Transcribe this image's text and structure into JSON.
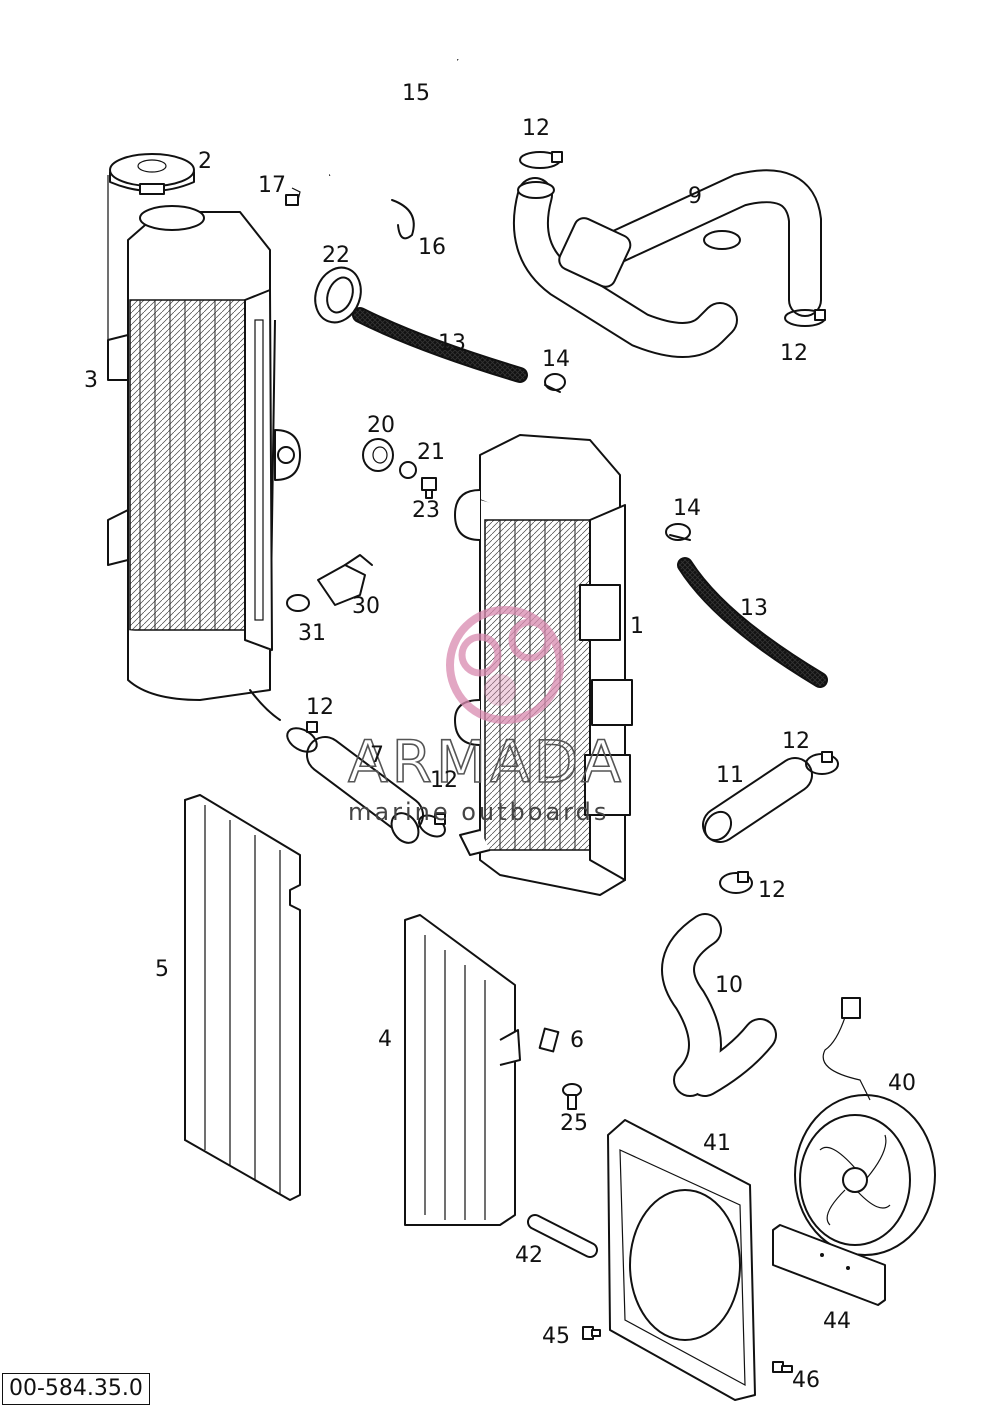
{
  "reference_code": "00-584.35.0",
  "watermark": {
    "title": "ARMADA",
    "subtitle": "marine outboards",
    "accent_color": "#d98ab0"
  },
  "part_labels": {
    "p1": "1",
    "p2": "2",
    "p3": "3",
    "p4": "4",
    "p5": "5",
    "p6": "6",
    "p7": "7",
    "p9": "9",
    "p10": "10",
    "p11": "11",
    "p12a": "12",
    "p12b": "12",
    "p12c": "12",
    "p12d": "12",
    "p12e": "12",
    "p12f": "12",
    "p13a": "13",
    "p13b": "13",
    "p14a": "14",
    "p14b": "14",
    "p15": "15",
    "p16": "16",
    "p17": "17",
    "p20": "20",
    "p21": "21",
    "p22": "22",
    "p23": "23",
    "p25": "25",
    "p30": "30",
    "p31": "31",
    "p40": "40",
    "p41": "41",
    "p42": "42",
    "p44": "44",
    "p45": "45",
    "p46": "46"
  }
}
